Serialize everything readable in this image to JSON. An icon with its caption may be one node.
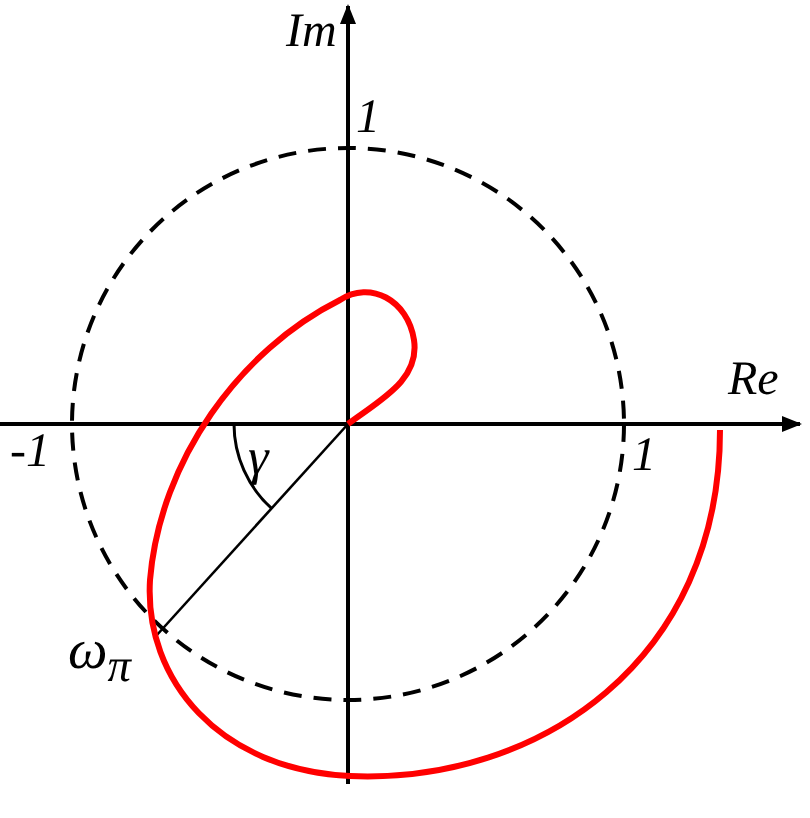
{
  "diagram": {
    "labels": [
      "Im",
      "1",
      "Re",
      "-1",
      "1",
      "γ",
      "ω$_{π}$"
    ]
  }
}
